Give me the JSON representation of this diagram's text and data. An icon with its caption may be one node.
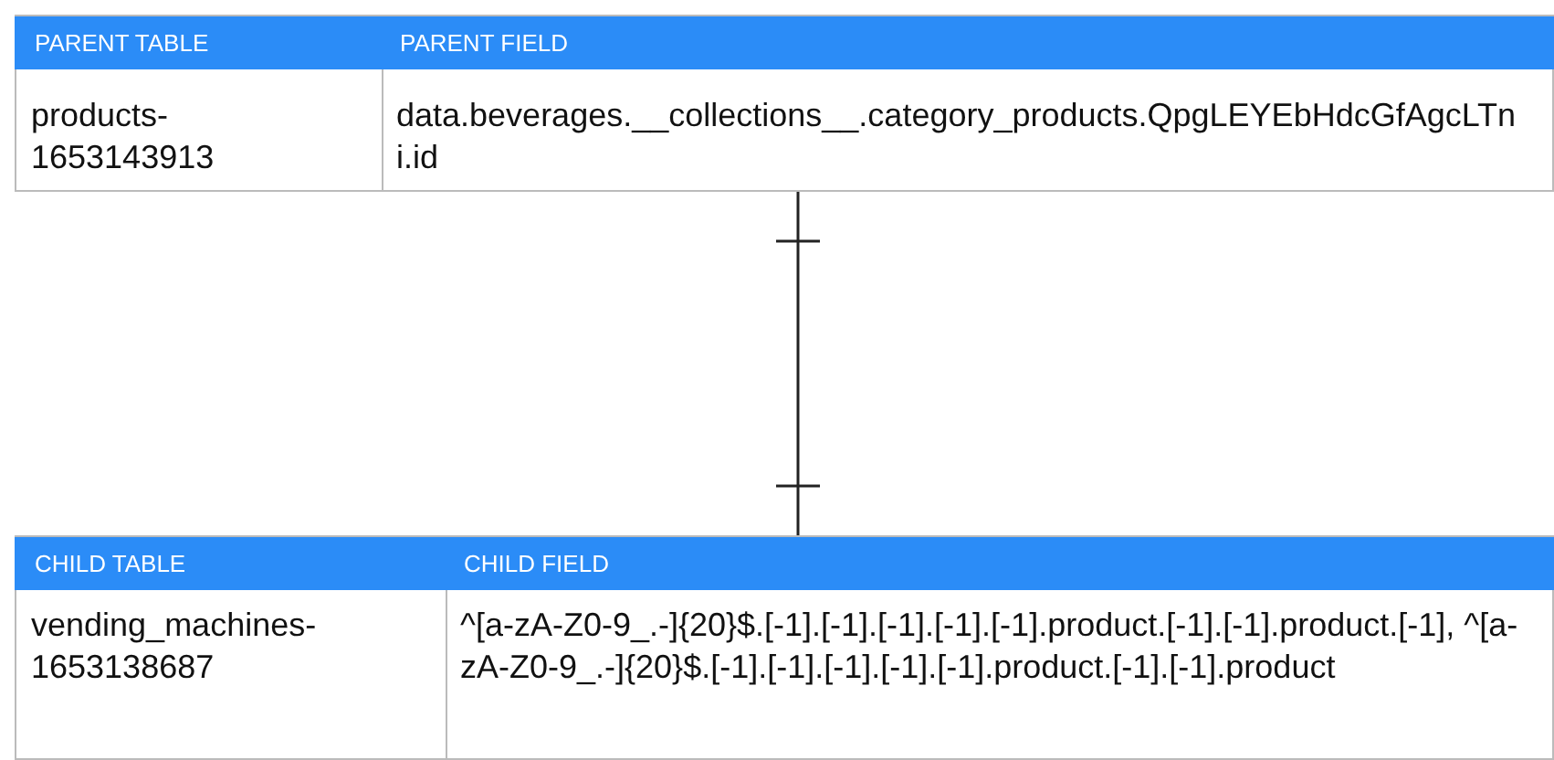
{
  "diagram": {
    "nodes": [
      {
        "text": [
          "PARENT TABLE",
          "PARENT FIELD",
          "products-1653143913",
          "data.beverages.__collections__.category_products.QpgLEYEbHdcGfAgcLTni.id"
        ]
      },
      {
        "text": [
          "CHILD TABLE",
          "CHILD FIELD",
          "vending_machines-1653138687",
          "^[a-zA-Z0-9_.-]{20}$.[-1].[-1].[-1].[-1].[-1].product.[-1].[-1].product.[-1], ^[a-zA-Z0-9_.-]{20}$.[-1].[-1].[-1].[-1].[-1].product.[-1].[-1].product"
        ]
      }
    ],
    "edges": [
      {
        "from": 0,
        "to": 1,
        "arrow": "other"
      }
    ]
  }
}
